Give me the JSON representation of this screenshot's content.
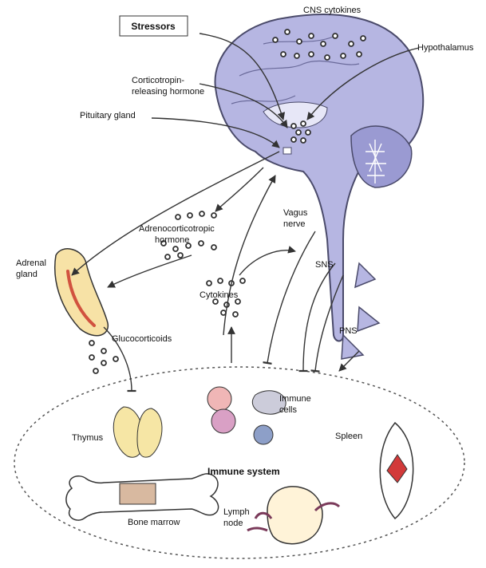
{
  "labels": {
    "stressors": "Stressors",
    "cns_cytokines": "CNS cytokines",
    "hypothalamus": "Hypothalamus",
    "crh_line1": "Corticotropin-",
    "crh_line2": "releasing hormone",
    "pituitary_gland": "Pituitary gland",
    "acth_line1": "Adrenocorticotropic",
    "acth_line2": "hormone",
    "adrenal_line1": "Adrenal",
    "adrenal_line2": "gland",
    "vagus_line1": "Vagus",
    "vagus_line2": "nerve",
    "sns": "SNS",
    "cytokines": "Cytokines",
    "glucocorticoids": "Glucocorticoids",
    "pns": "PNS",
    "thymus": "Thymus",
    "immune_cells_line1": "Immune",
    "immune_cells_line2": "cells",
    "spleen": "Spleen",
    "immune_system": "Immune system",
    "bone_marrow": "Bone marrow",
    "lymph_line1": "Lymph",
    "lymph_line2": "node"
  },
  "colors": {
    "brain": "#b6b6e2",
    "brain_stroke": "#4a4a6a",
    "adrenal": "#f7e2a6",
    "adrenal_core": "#d1523f",
    "thymus": "#f6e6a5",
    "spleen_vessel": "#d23a3a"
  }
}
